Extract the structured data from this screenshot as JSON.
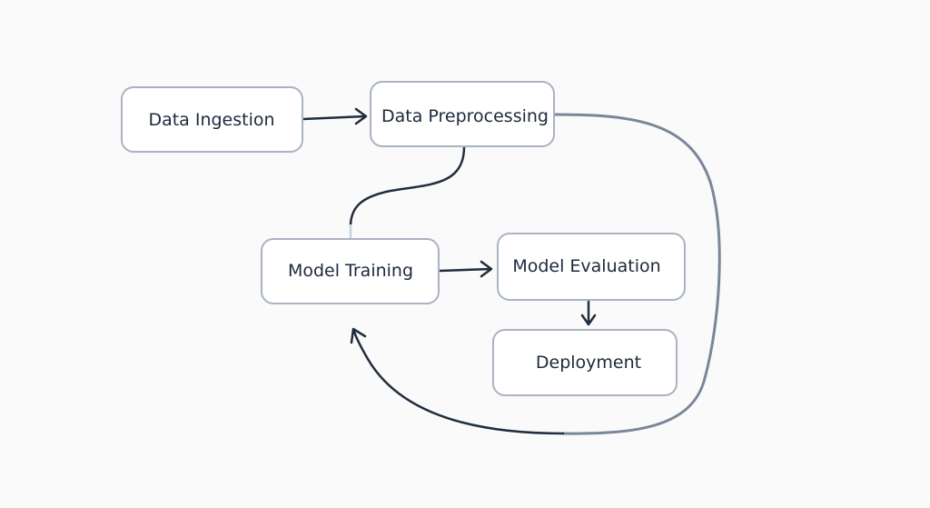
{
  "diagram": {
    "nodes": {
      "ingestion": {
        "label": "Data Ingestion"
      },
      "preprocessing": {
        "label": "Data Preprocessing"
      },
      "training": {
        "label": "Model Training"
      },
      "evaluation": {
        "label": "Model Evaluation"
      },
      "deployment": {
        "label": "Deployment"
      }
    },
    "colors": {
      "node_border": "#a9b3c1",
      "node_fill": "#ffffff",
      "edge_dark": "#1f2d3d",
      "edge_grey": "#7a8699",
      "background": "#fafafa",
      "text": "#1e293b"
    }
  }
}
